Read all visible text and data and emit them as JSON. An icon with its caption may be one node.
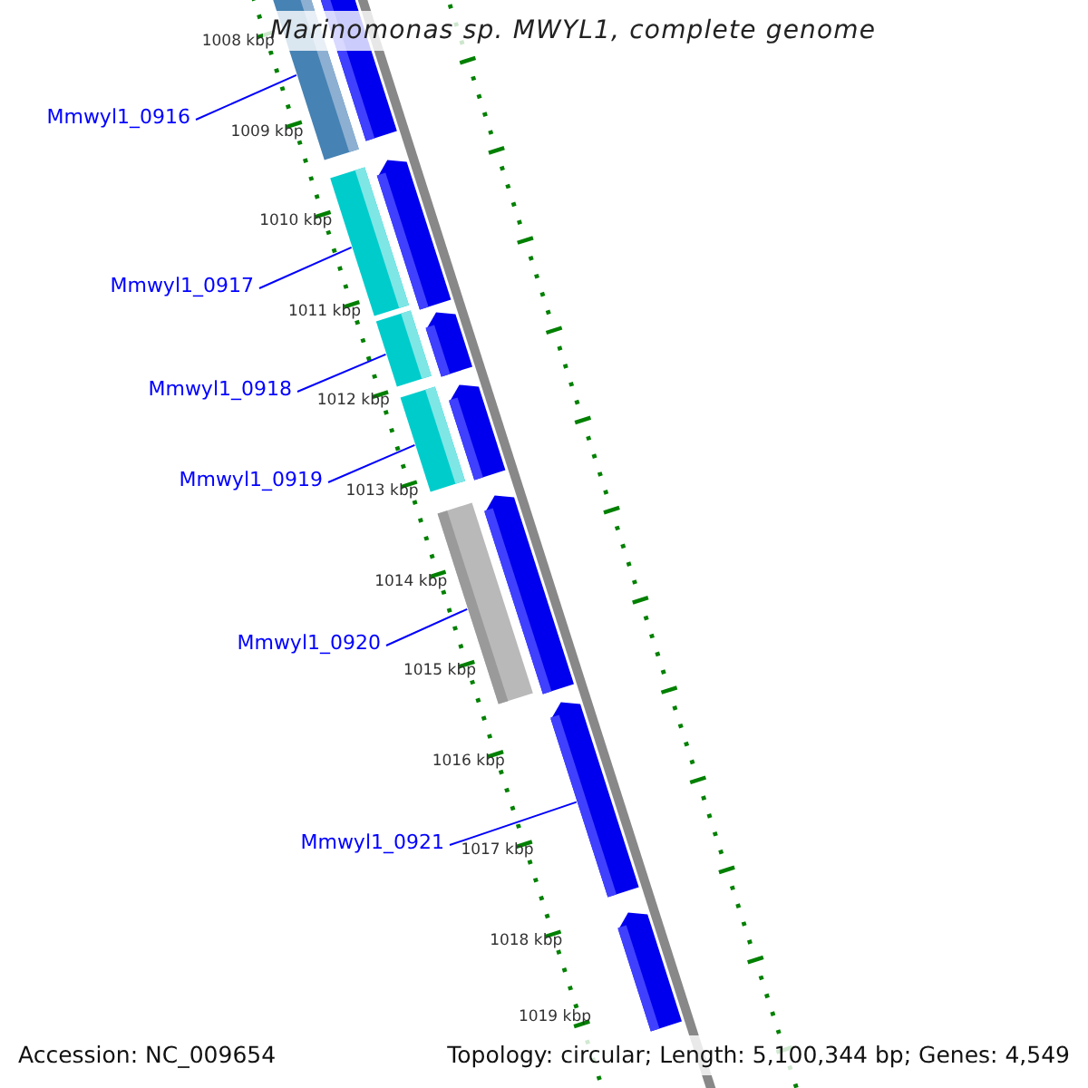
{
  "diagram": {
    "title": "Marinomonas sp. MWYL1, complete genome",
    "nodes": [
      {
        "text": [
          "Mmwyl1_0916"
        ]
      },
      {
        "text": [
          "Mmwyl1_0917"
        ]
      },
      {
        "text": [
          "Mmwyl1_0918"
        ]
      },
      {
        "text": [
          "Mmwyl1_0919"
        ]
      },
      {
        "text": [
          "Mmwyl1_0920"
        ]
      },
      {
        "text": [
          "Mmwyl1_0921"
        ]
      },
      {
        "text": [],
        "shape": "bar"
      },
      {
        "text": [],
        "shape": "bar"
      },
      {
        "text": [],
        "shape": "bar"
      },
      {
        "text": [],
        "shape": "bar"
      },
      {
        "text": [],
        "shape": "bar"
      },
      {
        "text": [],
        "shape": "bar"
      },
      {
        "text": [],
        "shape": "bar"
      },
      {
        "text": [],
        "shape": "bar"
      },
      {
        "text": [],
        "shape": "bar"
      },
      {
        "text": [],
        "shape": "bar"
      },
      {
        "text": [],
        "shape": "bar"
      },
      {
        "text": [],
        "shape": "bar"
      }
    ],
    "edges": [
      {
        "from": 0,
        "to": 6,
        "arrow": "none"
      },
      {
        "from": 1,
        "to": 8,
        "arrow": "none"
      },
      {
        "from": 2,
        "to": 10,
        "arrow": "none"
      },
      {
        "from": 3,
        "to": 12,
        "arrow": "none"
      },
      {
        "from": 4,
        "to": 14,
        "arrow": "none"
      },
      {
        "from": 5,
        "to": 16,
        "arrow": "none"
      }
    ],
    "labels": [
      "1008 kbp",
      "1009 kbp",
      "1010 kbp",
      "1011 kbp",
      "1012 kbp",
      "1013 kbp",
      "1014 kbp",
      "1015 kbp",
      "1016 kbp",
      "1017 kbp",
      "1018 kbp",
      "1019 kbp",
      "Accession: NC_009654",
      "Topology: circular; Length: 5,100,344 bp; Genes: 4,549"
    ]
  }
}
